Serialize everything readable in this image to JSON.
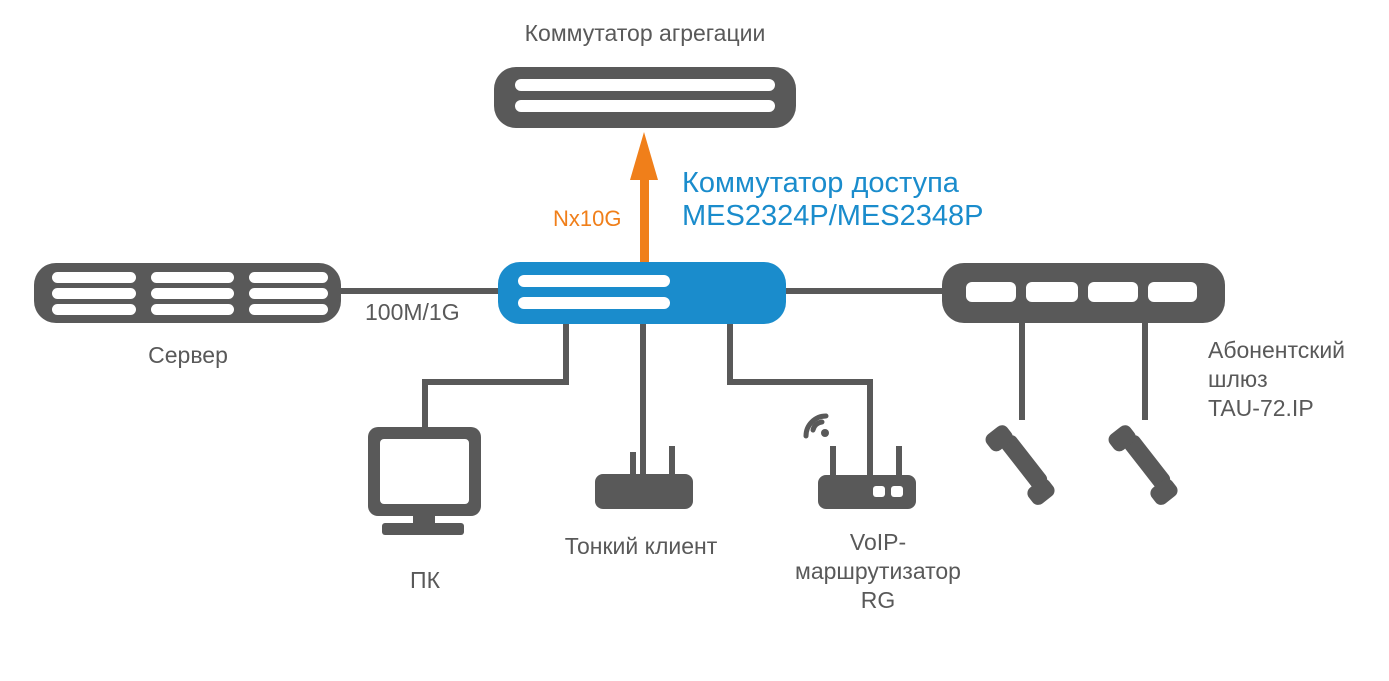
{
  "labels": {
    "aggregation_switch": "Коммутатор агрегации",
    "access_switch_line1": "Коммутатор доступа",
    "access_switch_line2": "MES2324P/MES2348P",
    "uplink": "Nx10G",
    "server_link": "100M/1G",
    "server": "Сервер",
    "pc": "ПК",
    "thin_client": "Тонкий клиент",
    "voip_router_line1": "VoIP-",
    "voip_router_line2": "маршрутизатор",
    "voip_router_line3": "RG",
    "gateway_line1": "Абонентский",
    "gateway_line2": "шлюз",
    "gateway_line3": "TAU-72.IP"
  },
  "icons": {
    "aggregation_switch": "aggregation-switch-icon",
    "access_switch": "access-switch-icon",
    "server": "server-icon",
    "pc": "monitor-icon",
    "thin_client": "thin-client-icon",
    "voip_router": "wifi-router-icon",
    "gateway": "gateway-icon",
    "phone": "phone-handset-icon"
  },
  "colors": {
    "device": "#595959",
    "access_switch": "#1a8ccc",
    "uplink_arrow": "#f07f1a",
    "text": "#595959",
    "title": "#1a8ccc"
  }
}
